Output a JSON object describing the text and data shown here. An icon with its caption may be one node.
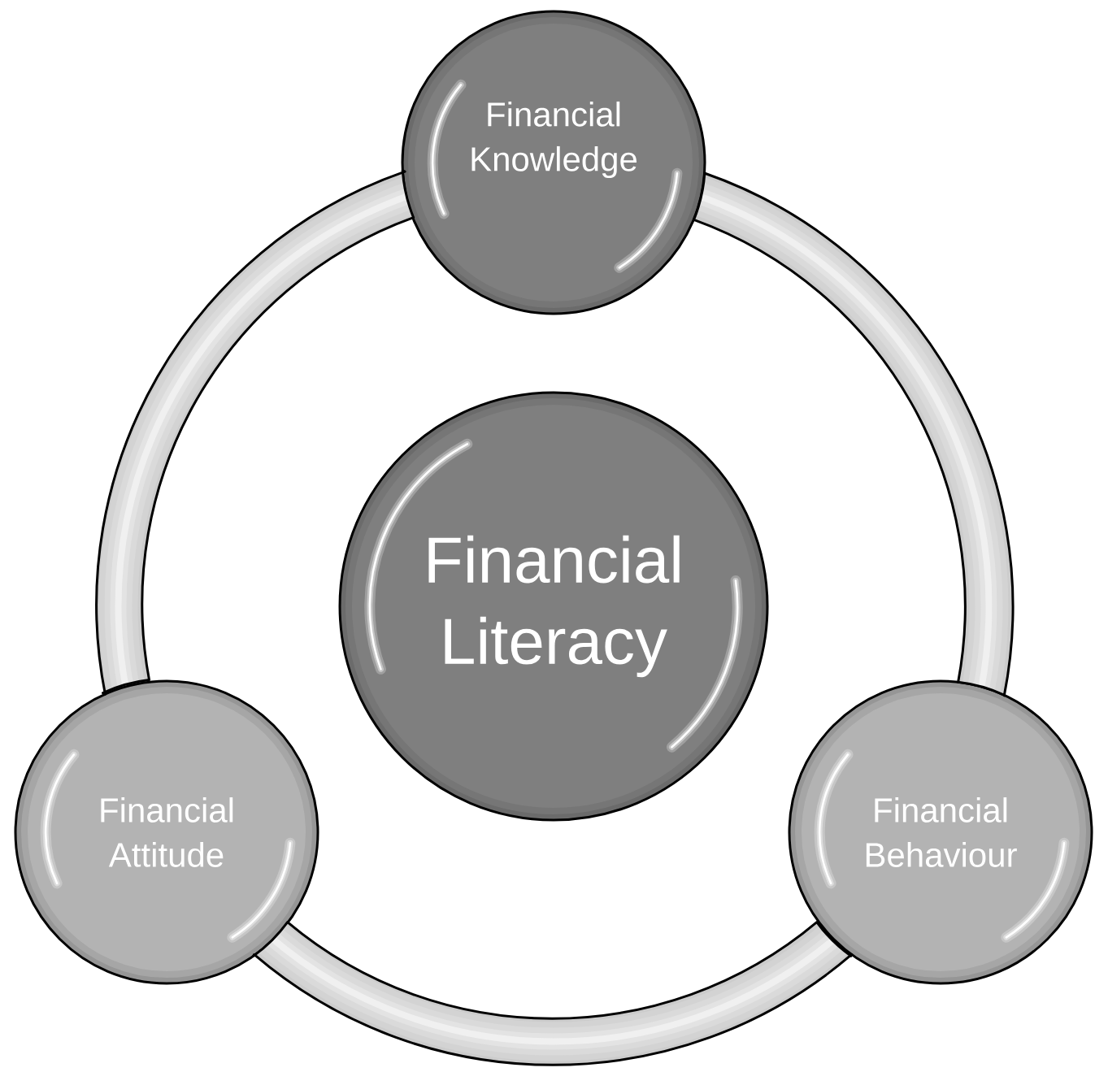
{
  "diagram": {
    "nodes": [
      {
        "text": [
          "Financial Knowledge"
        ]
      },
      {
        "text": [
          "Financial Literacy"
        ]
      },
      {
        "text": [
          "Financial Attitude"
        ]
      },
      {
        "text": [
          "Financial Behaviour"
        ]
      }
    ],
    "edges": [
      {
        "from": 0,
        "to": 3,
        "arrow": "none"
      },
      {
        "from": 3,
        "to": 2,
        "arrow": "none"
      },
      {
        "from": 2,
        "to": 0,
        "arrow": "none"
      }
    ]
  }
}
